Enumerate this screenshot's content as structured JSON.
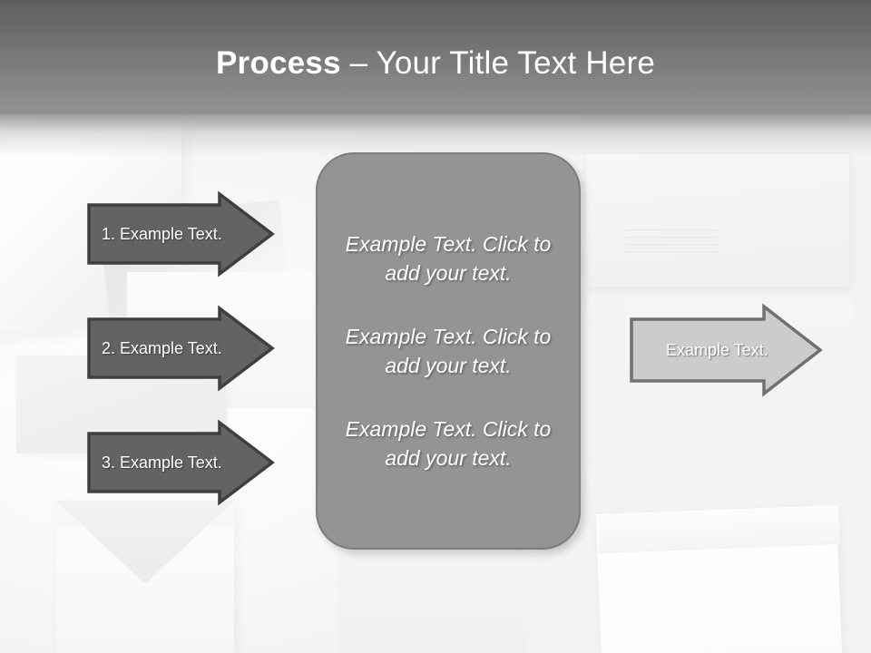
{
  "slide": {
    "title_bold": "Process",
    "title_rest": " – Your Title Text Here"
  },
  "steps": [
    {
      "label": "1. Example Text."
    },
    {
      "label": "2. Example Text."
    },
    {
      "label": "3. Example Text."
    }
  ],
  "panel": {
    "paragraphs": [
      "Example Text. Click  to add your text.",
      "Example Text. Click  to add your text.",
      "Example Text. Click  to add your text."
    ]
  },
  "result_arrow": {
    "label": "Example Text."
  },
  "colors": {
    "header_top": "#5f5f5f",
    "header_bottom": "#919191",
    "arrow_dark_fill": "#636363",
    "arrow_dark_stroke": "#3f3f3f",
    "arrow_light_fill": "#cccccc",
    "arrow_light_stroke": "#707070",
    "panel_fill": "#949494",
    "panel_stroke": "#7c7c7c",
    "text_white": "#ffffff"
  }
}
